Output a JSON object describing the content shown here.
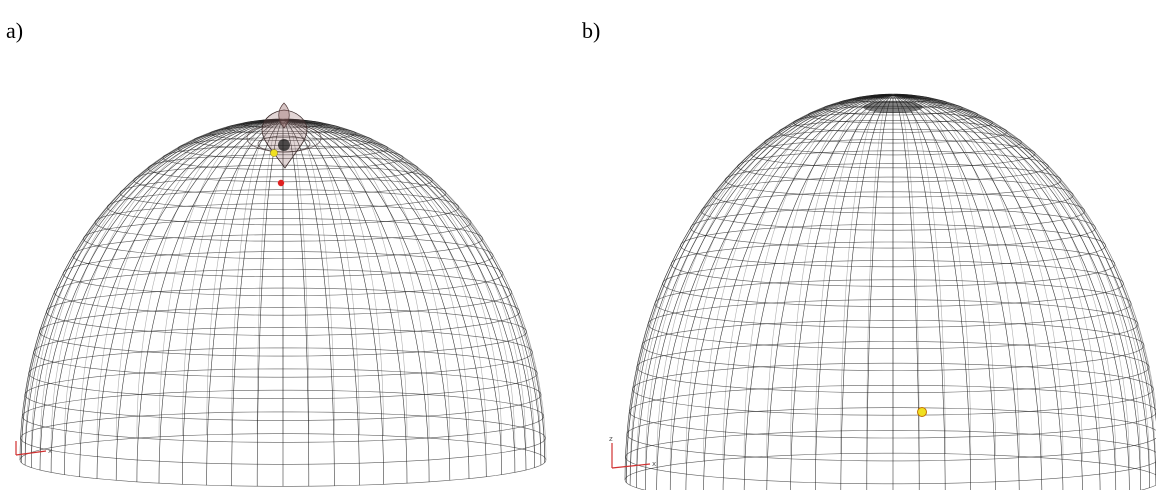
{
  "panels": [
    {
      "id": "a",
      "label": "a)"
    },
    {
      "id": "b",
      "label": "b)"
    }
  ],
  "triad": {
    "x_letter": "x",
    "z_letter": "z",
    "x_color": "#d03030",
    "z_color": "#d03030"
  },
  "colors": {
    "mesh": "#1a1a1a",
    "mesh_dark": "#2a2424",
    "cap_fill": "#8c5a5a",
    "node_yellow": "#f0e020",
    "node_red": "#e02020",
    "background": "#ffffff"
  }
}
